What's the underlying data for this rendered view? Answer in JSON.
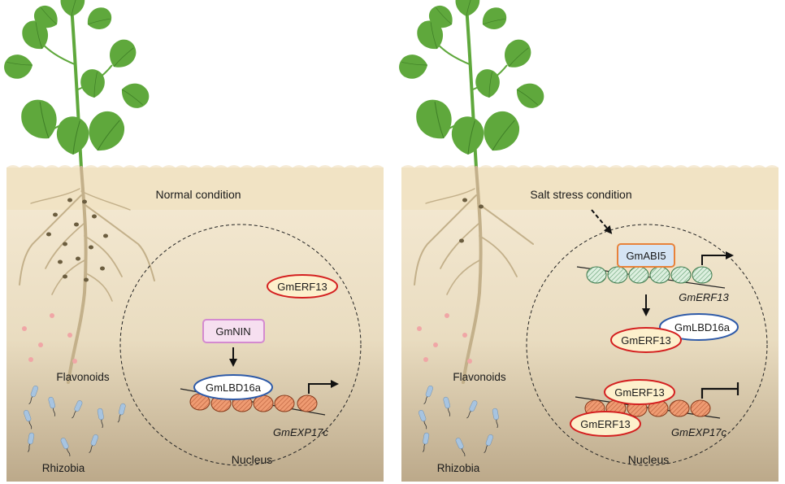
{
  "panels": [
    {
      "condition": "Normal condition",
      "flavonoids": "Flavonoids",
      "rhizobia": "Rhizobia",
      "nucleus": "Nucleus",
      "free_protein": "GmERF13",
      "upstream_protein": "GmNIN",
      "binding_protein": "GmLBD16a",
      "target_gene": "GmEXP17c"
    },
    {
      "condition": "Salt stress condition",
      "flavonoids": "Flavonoids",
      "rhizobia": "Rhizobia",
      "nucleus": "Nucleus",
      "upstream_protein": "GmABI5",
      "upstream_gene": "GmERF13",
      "complex_a": "GmERF13",
      "complex_b": "GmLBD16a",
      "repressor_top": "GmERF13",
      "repressor_bottom": "GmERF13",
      "target_gene": "GmEXP17c"
    }
  ],
  "colors": {
    "soil_top": "#f6ebd5",
    "soil_bottom": "#bba98a",
    "leaf": "#5fa83c",
    "root": "#c3b08a",
    "nodule": "#6b5d3f",
    "flavonoid": "#f0a6a6",
    "rhizobia": "#a7c4e0",
    "erf_fill": "#fdf0cc",
    "erf_stroke": "#d42020",
    "lbd_stroke": "#2e5aa8",
    "nin_fill": "#f6dff0",
    "nin_stroke": "#d48ad0",
    "abi_fill": "#d5e4f4",
    "abi_stroke": "#e8823a",
    "nucleosome_orange": "#ef9b72",
    "nucleosome_green": "#d3ead5"
  }
}
